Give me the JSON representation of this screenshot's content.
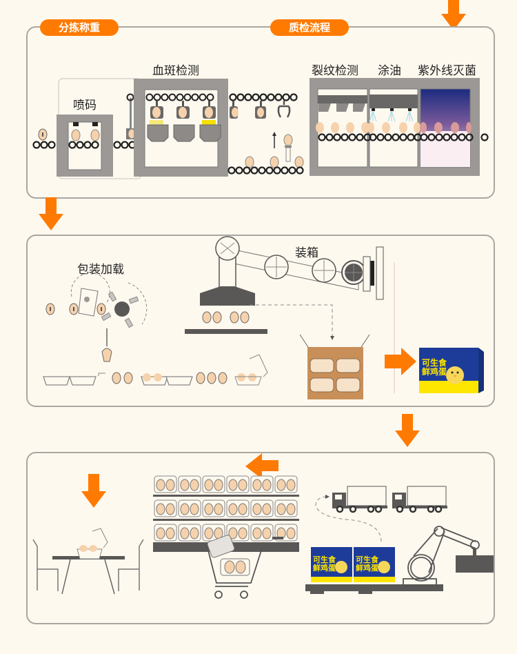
{
  "colors": {
    "accent": "#ff7a00",
    "background": "#fef9ef",
    "frame": "#a9a6a1",
    "machine": "#9b9895",
    "dark": "#5a5857",
    "egg": "#f6d2ac",
    "box_blue": "#1d3c99",
    "box_yellow": "#ffe600"
  },
  "stage1": {
    "tags": [
      "分拣称重",
      "质检流程"
    ],
    "labels": {
      "inkjet": "喷码",
      "blood_spot": "血斑检测",
      "crack": "裂纹检测",
      "oiling": "涂油",
      "uv": "紫外线灭菌"
    }
  },
  "stage2": {
    "labels": {
      "packing": "包装加载",
      "boxing": "装箱"
    },
    "product_box": {
      "line1": "可生食",
      "line2": "鲜鸡蛋"
    }
  },
  "stage3": {
    "product_box": {
      "line1": "可生食",
      "line2": "鲜鸡蛋"
    }
  },
  "icons": [
    "arrow-down-icon",
    "arrow-right-icon",
    "arrow-left-icon",
    "egg-icon",
    "roller-icon",
    "robot-arm-icon",
    "truck-icon",
    "shopping-cart-icon",
    "table-icon",
    "chair-icon",
    "pallet-icon",
    "shelf-icon"
  ]
}
